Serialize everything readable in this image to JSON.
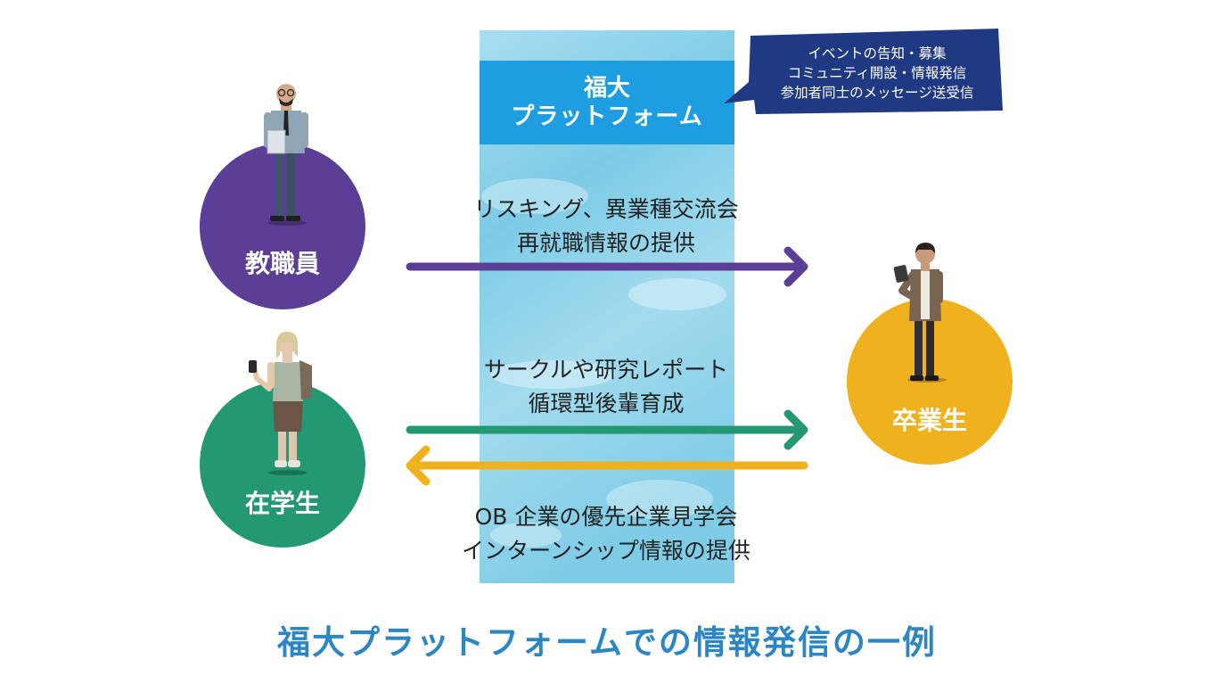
{
  "platform": {
    "title_line1": "福大",
    "title_line2": "プラットフォーム"
  },
  "bubble": {
    "lines": [
      "イベントの告知・募集",
      "コミュニティ開設・情報発信",
      "参加者同士のメッセージ送受信"
    ]
  },
  "roles": {
    "staff": "教職員",
    "students": "在学生",
    "alumni": "卒業生"
  },
  "flows": {
    "top": [
      "リスキング、異業種交流会",
      "再就職情報の提供"
    ],
    "middle": [
      "サークルや研究レポート",
      "循環型後輩育成"
    ],
    "bottom": [
      "OB 企業の優先企業見学会",
      "インターンシップ情報の提供"
    ]
  },
  "caption": "福大プラットフォームでの情報発信の一例",
  "colors": {
    "staff": "#5b3f96",
    "students": "#249773",
    "alumni": "#f0b11f",
    "platform_header": "#1e9ee0",
    "platform_body": "#8fd3ea",
    "bubble": "#1f3a82",
    "caption": "#2d86c4"
  }
}
